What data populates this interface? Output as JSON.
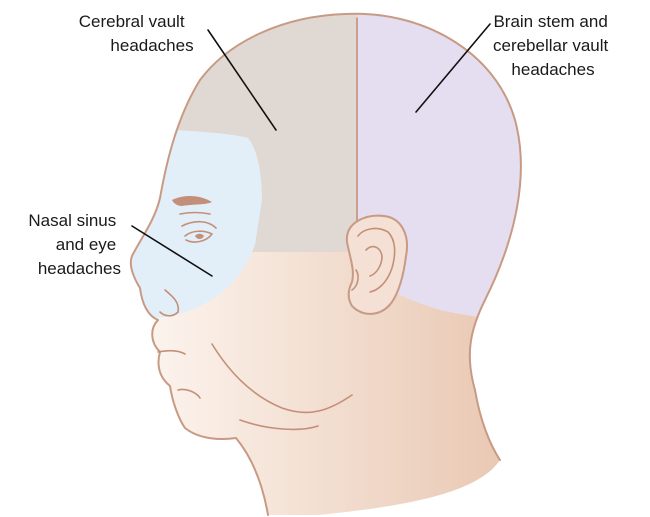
{
  "labels": {
    "cerebral_vault": [
      "Cerebral vault",
      "headaches"
    ],
    "brain_stem": [
      "Brain stem and",
      "cerebellar vault",
      "headaches"
    ],
    "nasal_sinus": [
      "Nasal sinus",
      "and eye",
      "headaches"
    ]
  },
  "regions": [
    {
      "name": "cerebral vault",
      "color": "#e0d8d2"
    },
    {
      "name": "brain stem and cerebellar vault",
      "color": "#e4def0"
    },
    {
      "name": "nasal sinus and eye",
      "color": "#e2eef8"
    }
  ],
  "colors": {
    "skin_light": "#fdf4ee",
    "skin_dark": "#e9c9b5",
    "outline": "#c89a84"
  }
}
